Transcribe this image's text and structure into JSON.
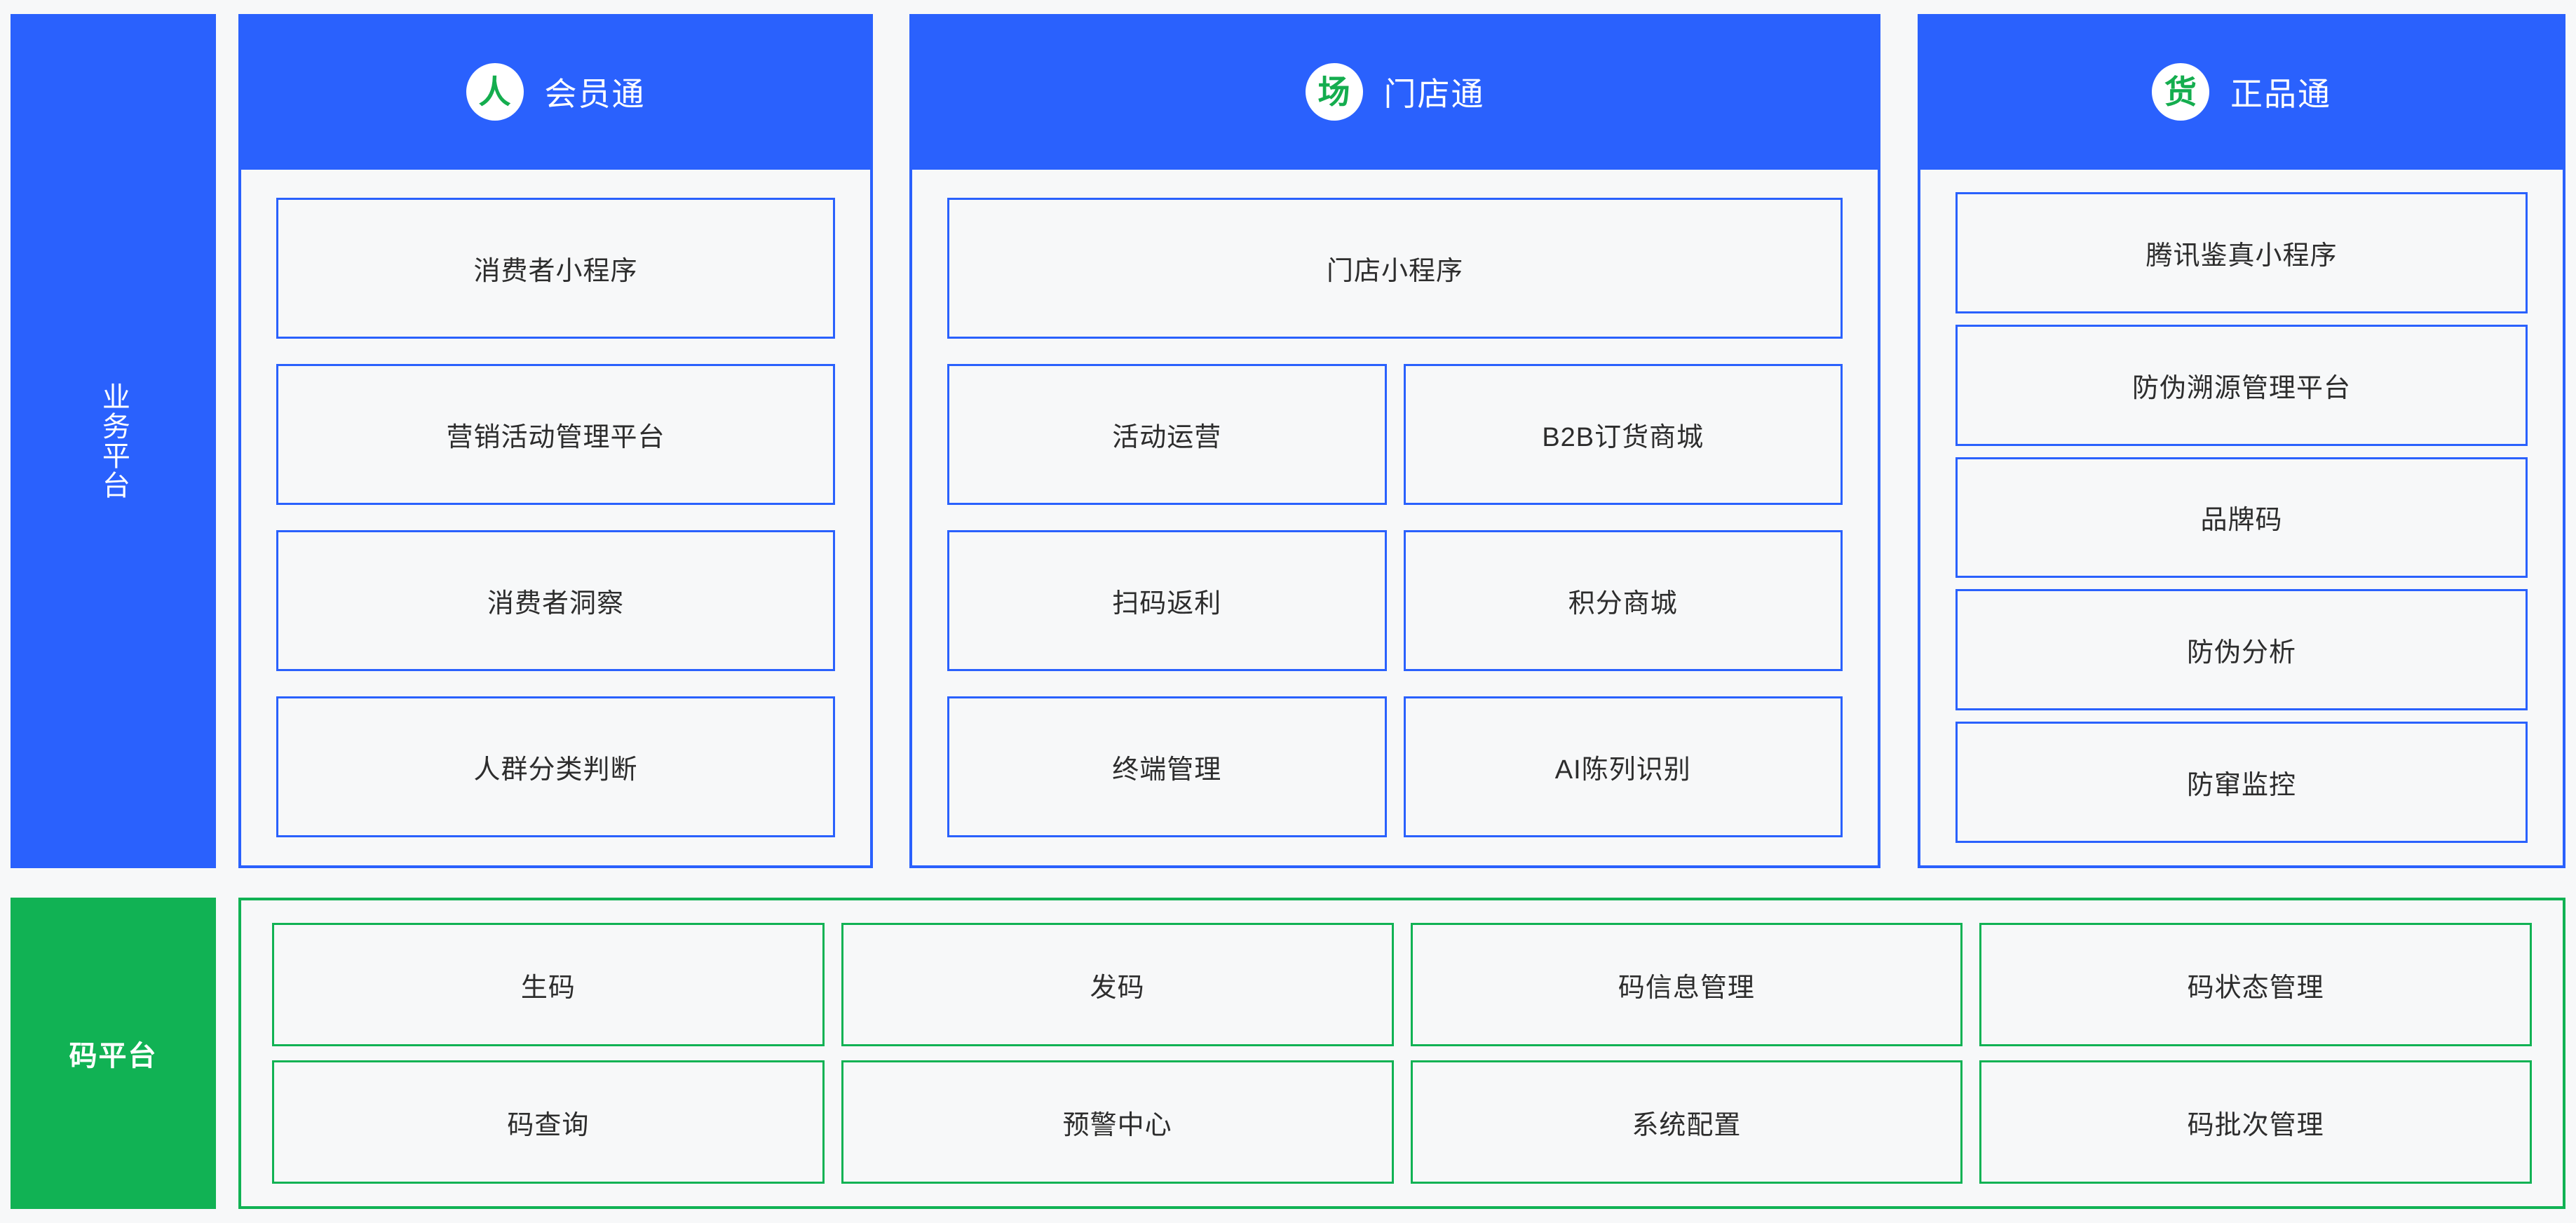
{
  "business_platform": {
    "side_label": "业务平台",
    "accent_color": "#2a61fd",
    "cards": [
      {
        "badge": "人",
        "title": "会员通",
        "rows": [
          [
            "消费者小程序"
          ],
          [
            "营销活动管理平台"
          ],
          [
            "消费者洞察"
          ],
          [
            "人群分类判断"
          ]
        ]
      },
      {
        "badge": "场",
        "title": "门店通",
        "rows": [
          [
            "门店小程序"
          ],
          [
            "活动运营",
            "B2B订货商城"
          ],
          [
            "扫码返利",
            "积分商城"
          ],
          [
            "终端管理",
            "AI陈列识别"
          ]
        ]
      },
      {
        "badge": "货",
        "title": "正品通",
        "rows": [
          [
            "腾讯鉴真小程序"
          ],
          [
            "防伪溯源管理平台"
          ],
          [
            "品牌码"
          ],
          [
            "防伪分析"
          ],
          [
            "防窜监控"
          ]
        ]
      }
    ]
  },
  "code_platform": {
    "side_label": "码平台",
    "accent_color": "#11b254",
    "rows": [
      [
        "生码",
        "发码",
        "码信息管理",
        "码状态管理"
      ],
      [
        "码查询",
        "预警中心",
        "系统配置",
        "码批次管理"
      ]
    ]
  }
}
